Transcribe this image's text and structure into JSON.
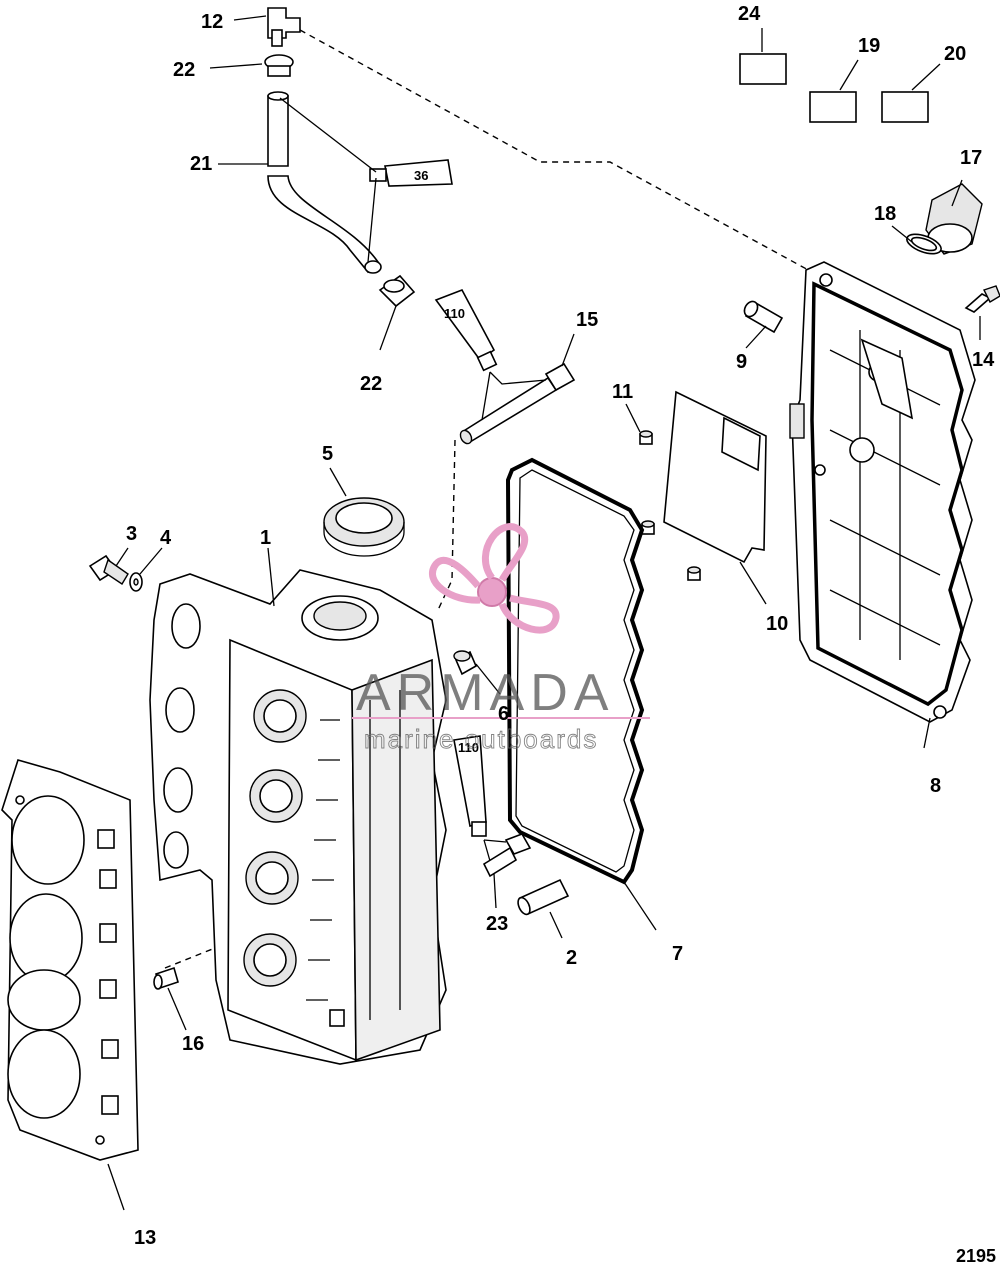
{
  "callouts": [
    {
      "id": "c1",
      "label": "1"
    },
    {
      "id": "c2",
      "label": "2"
    },
    {
      "id": "c3",
      "label": "3"
    },
    {
      "id": "c4",
      "label": "4"
    },
    {
      "id": "c5",
      "label": "5"
    },
    {
      "id": "c6",
      "label": "6"
    },
    {
      "id": "c7",
      "label": "7"
    },
    {
      "id": "c8",
      "label": "8"
    },
    {
      "id": "c9",
      "label": "9"
    },
    {
      "id": "c10",
      "label": "10"
    },
    {
      "id": "c11",
      "label": "11"
    },
    {
      "id": "c12",
      "label": "12"
    },
    {
      "id": "c13",
      "label": "13"
    },
    {
      "id": "c14",
      "label": "14"
    },
    {
      "id": "c15",
      "label": "15"
    },
    {
      "id": "c16",
      "label": "16"
    },
    {
      "id": "c17",
      "label": "17"
    },
    {
      "id": "c18",
      "label": "18"
    },
    {
      "id": "c19",
      "label": "19"
    },
    {
      "id": "c20",
      "label": "20"
    },
    {
      "id": "c21",
      "label": "21"
    },
    {
      "id": "c22a",
      "label": "22"
    },
    {
      "id": "c22b",
      "label": "22"
    },
    {
      "id": "c23",
      "label": "23"
    },
    {
      "id": "c24",
      "label": "24"
    }
  ],
  "tubes": {
    "t36": "36",
    "t110a": "110",
    "t110b": "110"
  },
  "watermark": {
    "brand": "ARMADA",
    "tagline": "marine outboards",
    "color": "#e8a0c8",
    "logo_icon": "propeller-icon"
  },
  "figure_number": "2195"
}
